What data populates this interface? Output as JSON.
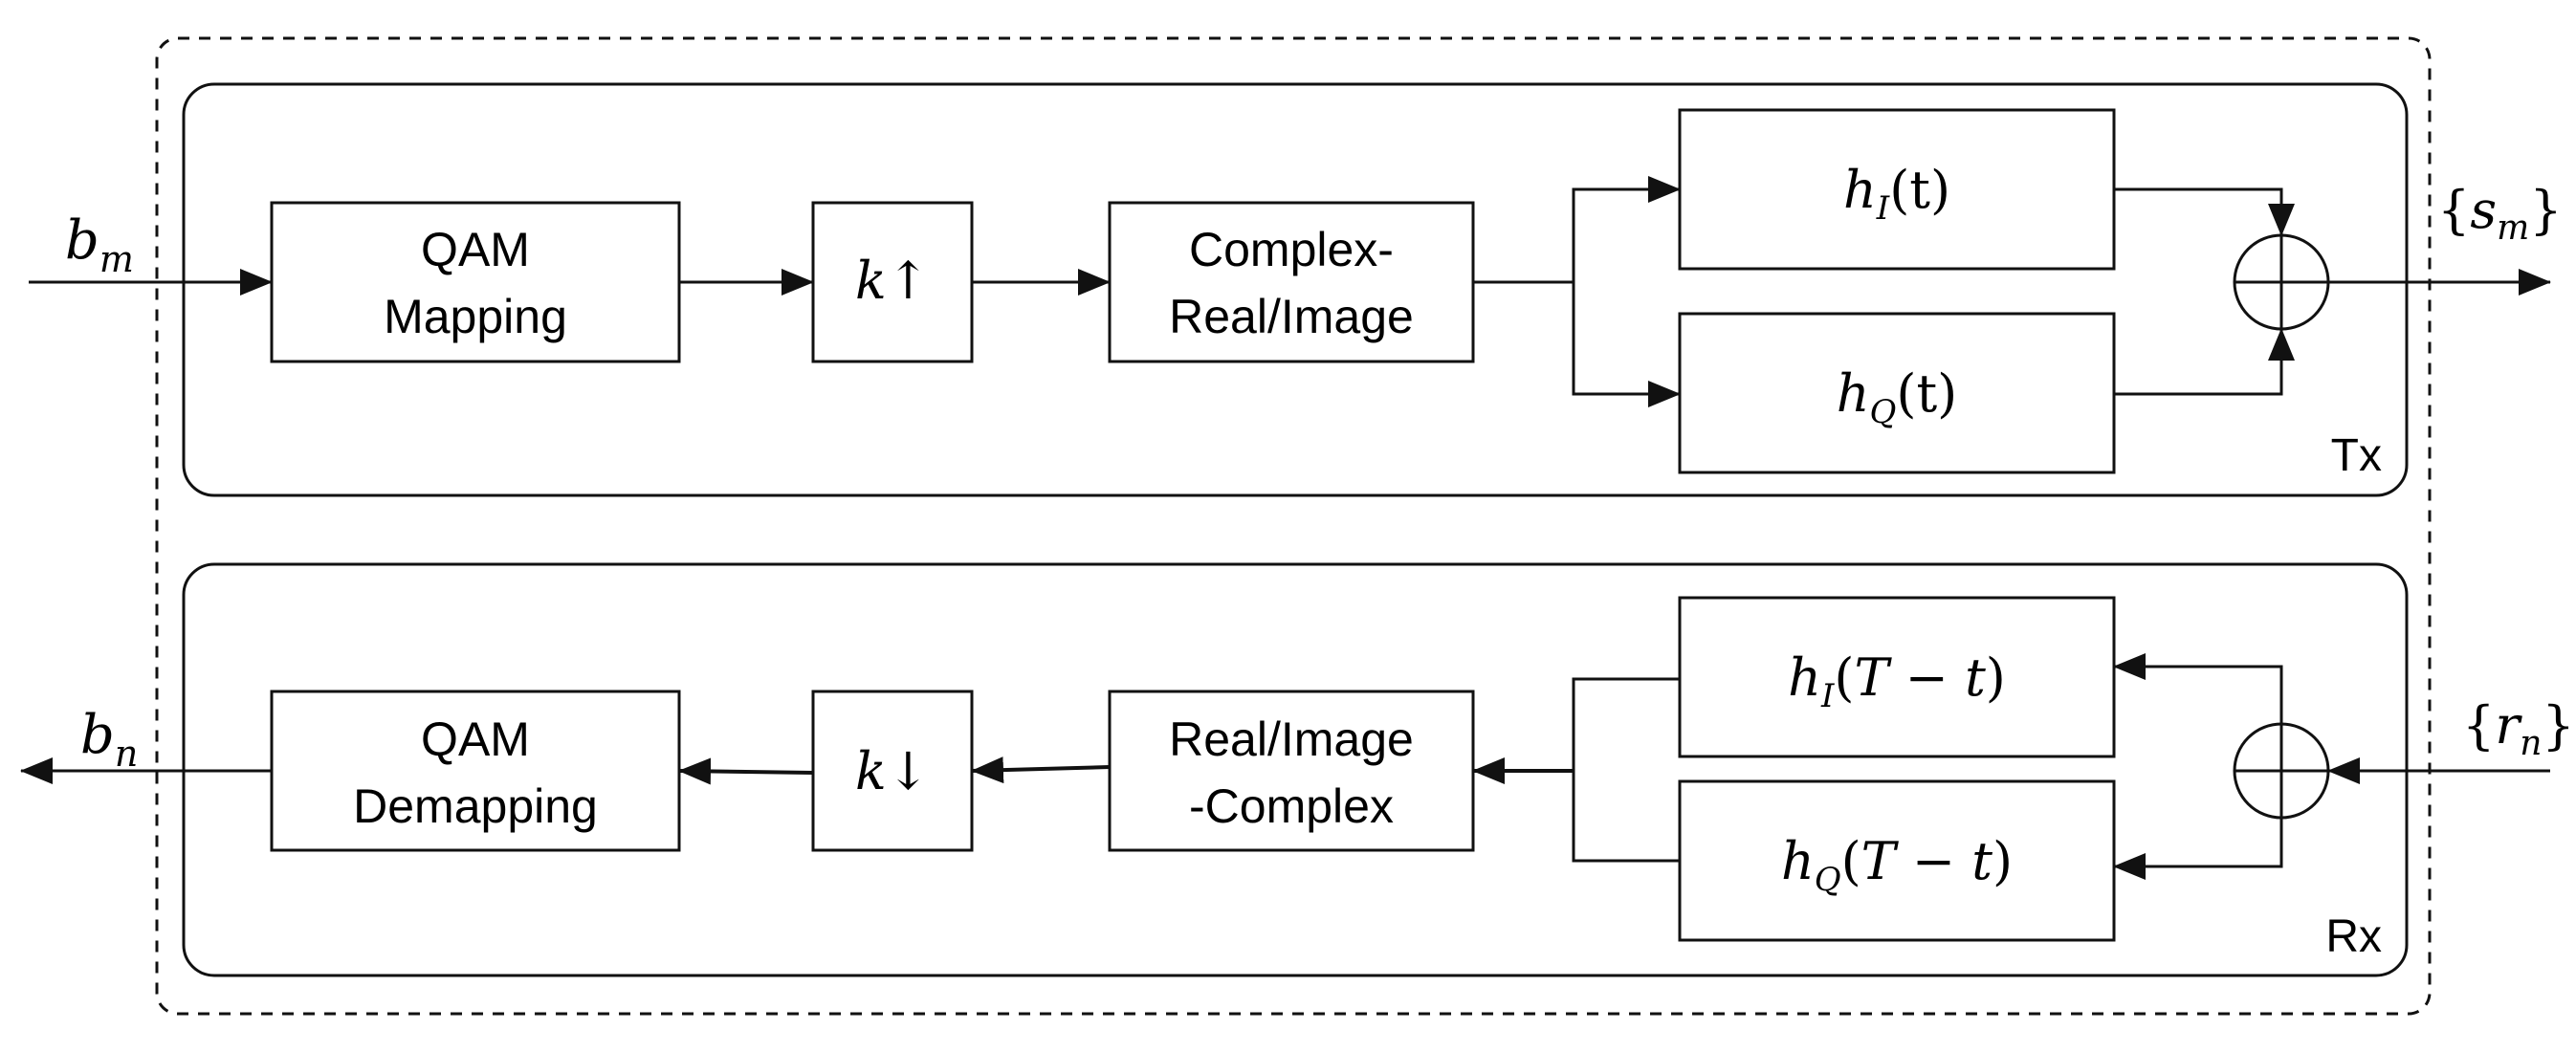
{
  "tx": {
    "label": "Tx",
    "input_symbol": {
      "base": "b",
      "sub": "m"
    },
    "output_symbol": {
      "open": "{",
      "base": "s",
      "sub": "m",
      "close": "}"
    },
    "qam_mapping": {
      "line1": "QAM",
      "line2": "Mapping"
    },
    "upsampler": {
      "var": "k",
      "arrow": "↑"
    },
    "complex_to_real": {
      "line1": "Complex-",
      "line2": "Real/Image"
    },
    "filter_i": {
      "h": "h",
      "sub": "I",
      "arg": "(t)"
    },
    "filter_q": {
      "h": "h",
      "sub": "Q",
      "arg": "(t)"
    }
  },
  "rx": {
    "label": "Rx",
    "input_symbol": {
      "open": "{",
      "base": "r",
      "sub": "n",
      "close": "}"
    },
    "output_symbol": {
      "base": "b",
      "sub": "n"
    },
    "qam_demapping": {
      "line1": "QAM",
      "line2": "Demapping"
    },
    "downsampler": {
      "var": "k",
      "arrow": "↓"
    },
    "real_to_complex": {
      "line1": "Real/Image",
      "line2": "-Complex"
    },
    "filter_i": {
      "h": "h",
      "sub": "I",
      "arg_open": "(",
      "T": "T",
      "minus": " − ",
      "t": "t",
      "arg_close": ")"
    },
    "filter_q": {
      "h": "h",
      "sub": "Q",
      "arg_open": "(",
      "T": "T",
      "minus": " − ",
      "t": "t",
      "arg_close": ")"
    }
  },
  "colors": {
    "stroke": "#111111",
    "background": "#ffffff"
  }
}
